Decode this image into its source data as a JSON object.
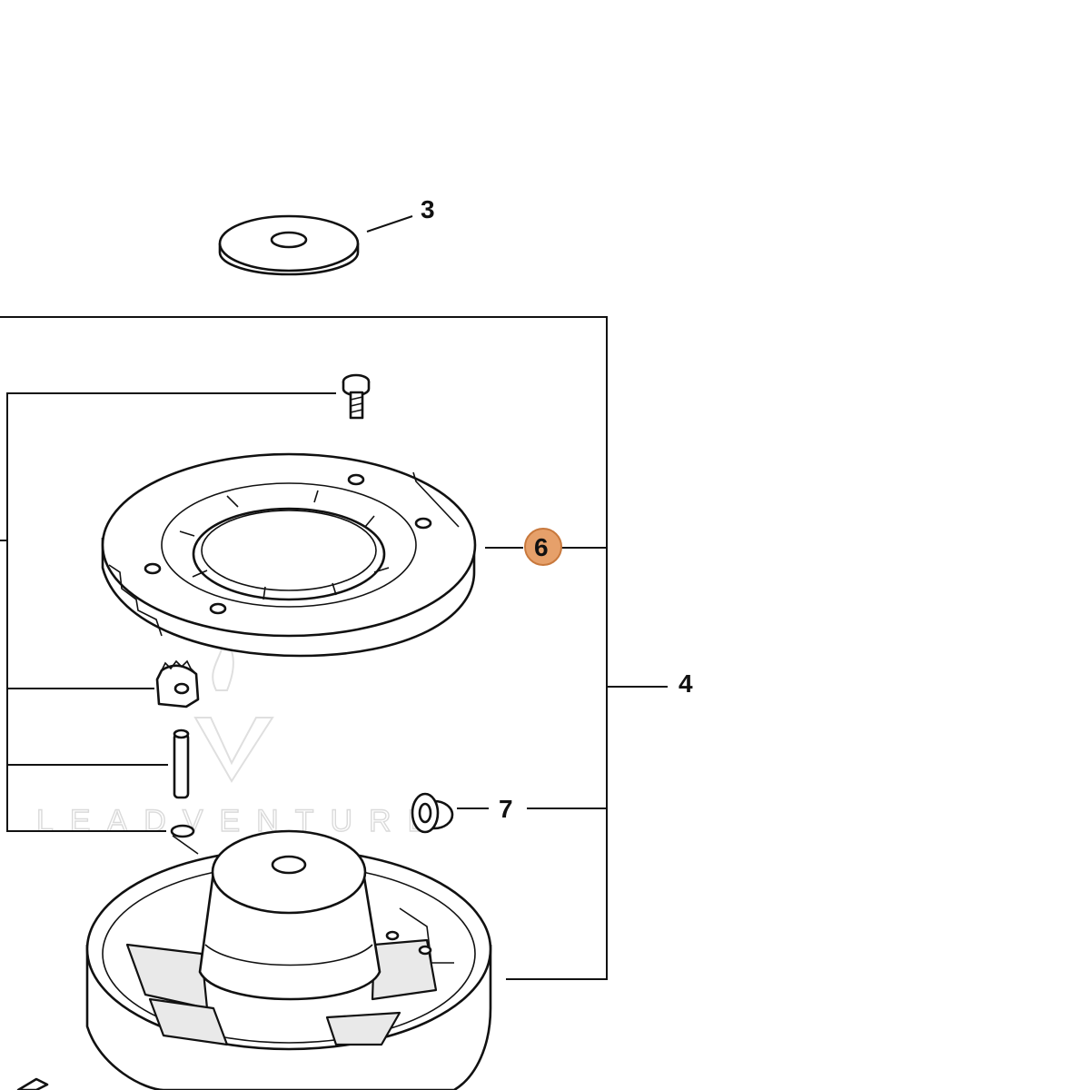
{
  "callouts": {
    "c3": "3",
    "c4": "4",
    "c6": "6",
    "c7": "7"
  },
  "highlight": {
    "callout": "6",
    "color": "#e6a06a",
    "ring": "#c8783c"
  },
  "watermark": {
    "text": "LEADVENTURE"
  }
}
